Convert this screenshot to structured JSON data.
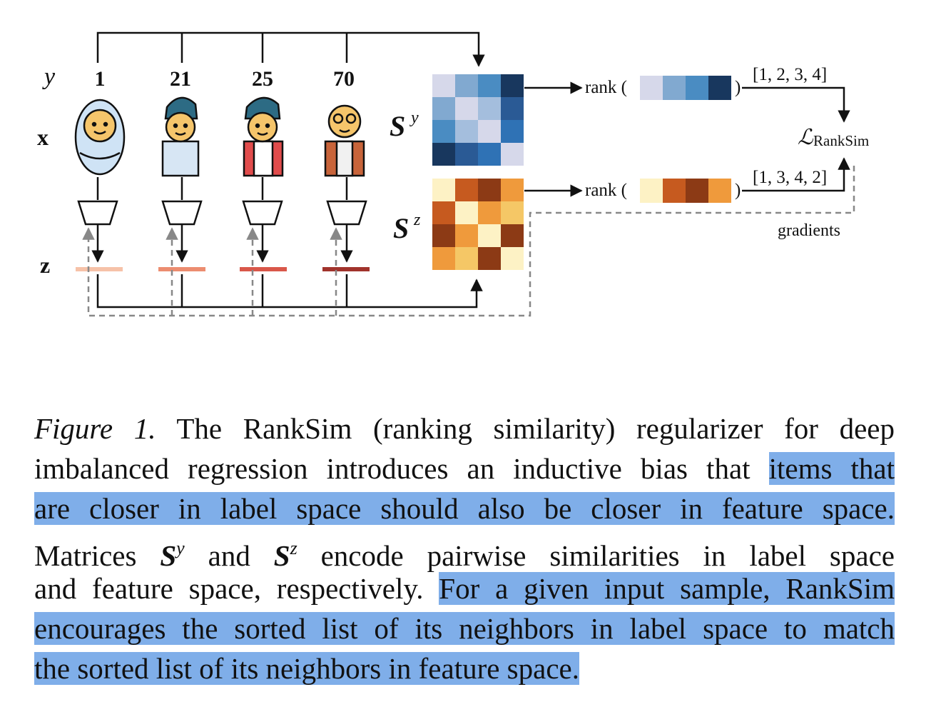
{
  "figure": {
    "row_labels": {
      "y": "y",
      "x": "x",
      "z": "z"
    },
    "labels": [
      "1",
      "21",
      "25",
      "70"
    ],
    "matrix_y_symbol": "S",
    "matrix_y_sup": "y",
    "matrix_z_symbol": "S",
    "matrix_z_sup": "z",
    "rank_label": "rank (",
    "rank_close": ")",
    "rank_y_result": "[1, 2, 3, 4]",
    "rank_z_result": "[1, 3, 4, 2]",
    "loss_symbol": "ℒ",
    "loss_subscript": "RankSim",
    "gradients_label": "gradients",
    "colors": {
      "blue": [
        "#d6d8ea",
        "#81a9d0",
        "#4a8cc2",
        "#18375e"
      ],
      "blue_matrix": [
        [
          "#d6d8ea",
          "#81a9d0",
          "#4a8cc2",
          "#18375e"
        ],
        [
          "#81a9d0",
          "#d6d8ea",
          "#a4bedd",
          "#2a5a95"
        ],
        [
          "#4a8cc2",
          "#a4bedd",
          "#d6d8ea",
          "#2f72b5"
        ],
        [
          "#18375e",
          "#2a5a95",
          "#2f72b5",
          "#d6d8ea"
        ]
      ],
      "orange": [
        "#fdf2c5",
        "#c65a1f",
        "#8c3a15",
        "#ef9a3c"
      ],
      "orange_matrix": [
        [
          "#fdf2c5",
          "#c65a1f",
          "#8c3a15",
          "#ef9a3c"
        ],
        [
          "#c65a1f",
          "#fdf2c5",
          "#ef9a3c",
          "#f5c766"
        ],
        [
          "#8c3a15",
          "#ef9a3c",
          "#fdf2c5",
          "#8c3a15"
        ],
        [
          "#ef9a3c",
          "#f5c766",
          "#8c3a15",
          "#fdf2c5"
        ]
      ],
      "highlight": "#7faee9"
    }
  },
  "caption": {
    "figure_tag": "Figure 1.",
    "line1_rest": " The RankSim (ranking similarity) regularizer for deep",
    "line2_plain": "imbalanced regression introduces an inductive bias that ",
    "line2_hl": "items that",
    "line3_hl": "are closer in label space should also be closer in feature space.",
    "line4_a": "Matrices ",
    "line4_sym1": "S",
    "line4_sup1": "y",
    "line4_b": " and ",
    "line4_sym2": "S",
    "line4_sup2": "z",
    "line4_c": " encode pairwise similarities in label space",
    "line5_plain": "and feature space, respectively. ",
    "line5_hl": "For a given input sample, RankSim",
    "line6_hl": "encourages the sorted list of its neighbors in label space to match",
    "line7_hl": "the sorted list of its neighbors in feature space."
  }
}
